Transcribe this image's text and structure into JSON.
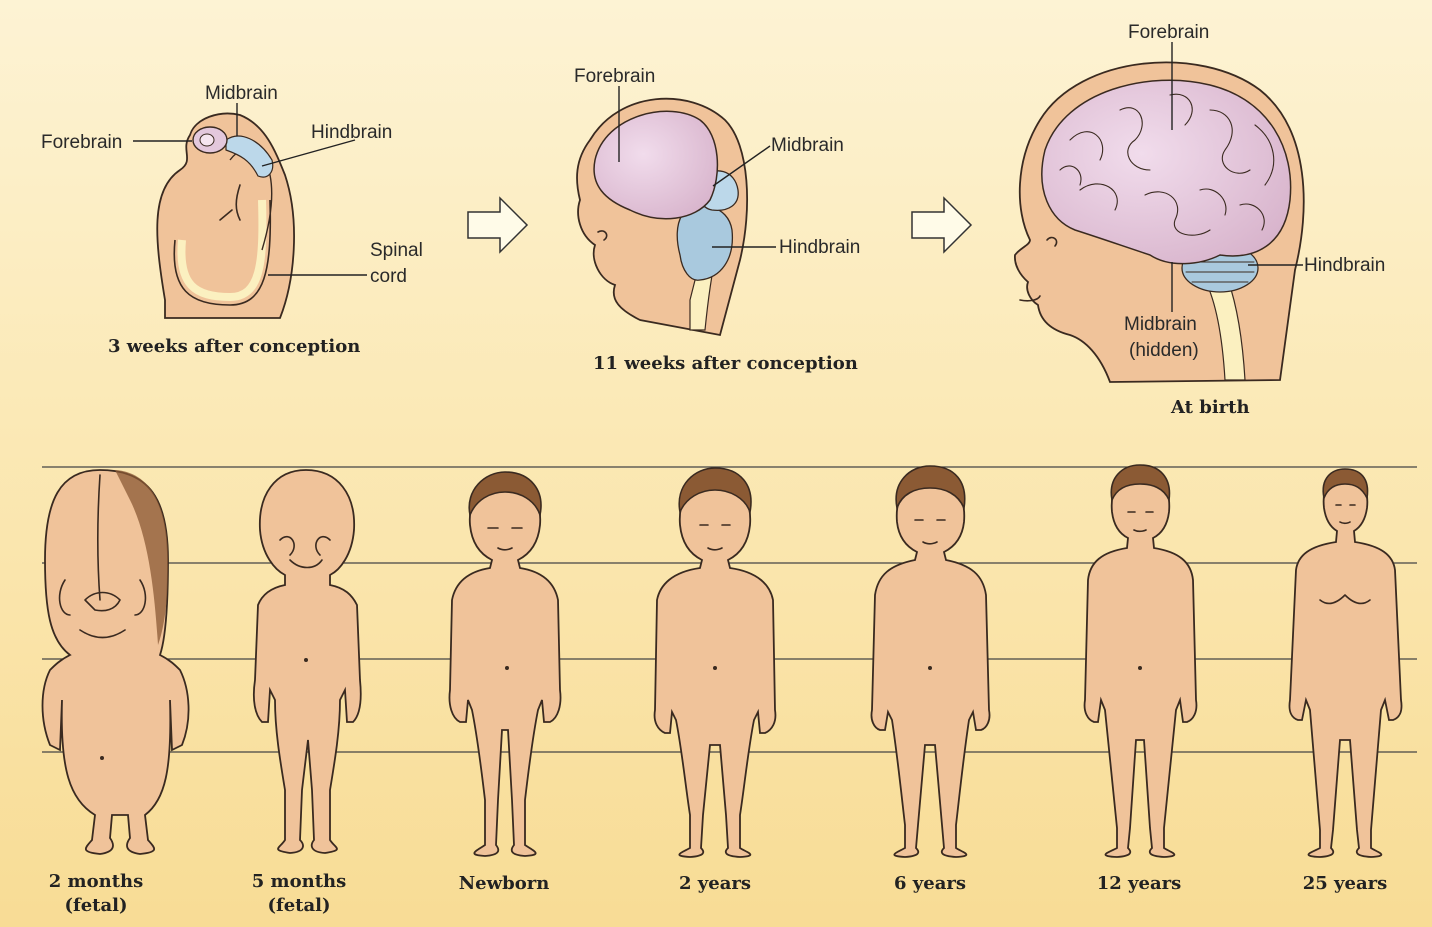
{
  "brain_stages": [
    {
      "caption": "3 weeks after conception",
      "labels": {
        "forebrain": "Forebrain",
        "midbrain": "Midbrain",
        "hindbrain": "Hindbrain",
        "spinal_cord_1": "Spinal",
        "spinal_cord_2": "cord"
      }
    },
    {
      "caption": "11 weeks after conception",
      "labels": {
        "forebrain": "Forebrain",
        "midbrain": "Midbrain",
        "hindbrain": "Hindbrain"
      }
    },
    {
      "caption": "At birth",
      "labels": {
        "forebrain": "Forebrain",
        "hindbrain": "Hindbrain",
        "midbrain_1": "Midbrain",
        "midbrain_2": "(hidden)"
      }
    }
  ],
  "body_stages": [
    {
      "line1": "2 months",
      "line2": "(fetal)"
    },
    {
      "line1": "5 months",
      "line2": "(fetal)"
    },
    {
      "line1": "Newborn",
      "line2": ""
    },
    {
      "line1": "2 years",
      "line2": ""
    },
    {
      "line1": "6 years",
      "line2": ""
    },
    {
      "line1": "12  years",
      "line2": ""
    },
    {
      "line1": "25  years",
      "line2": ""
    }
  ],
  "colors": {
    "forebrain": "#e3c8dc",
    "midbrain": "#bcd8ea",
    "hindbrain": "#a9c9de",
    "skin": "#f0c39a",
    "hair": "#8b5a34",
    "spinal_cord": "#fbf0c0"
  }
}
